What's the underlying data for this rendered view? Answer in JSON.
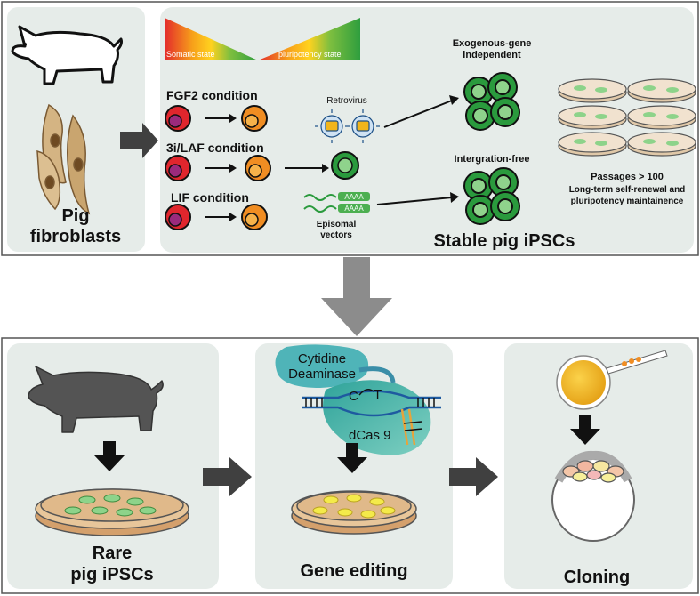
{
  "top_panel": {
    "left": {
      "title_line1": "Pig",
      "title_line2": "fibroblasts"
    },
    "gradient_bar": {
      "somatic_label": "Somatic  state",
      "pluripotency_label": "pluripotency state",
      "colors": [
        "#e32b2b",
        "#f7a11a",
        "#ffd21f",
        "#7fbf3f",
        "#2e9e3e"
      ]
    },
    "conditions": [
      {
        "label": "FGF2 condition"
      },
      {
        "label": "3i/LAF condition"
      },
      {
        "label": "LIF condition"
      }
    ],
    "retrovirus_label": "Retrovirus",
    "episomal_label_line1": "Episomal",
    "episomal_label_line2": "vectors",
    "polyA_label": "AAAA",
    "exogenous_label_line1": "Exogenous-gene",
    "exogenous_label_line2": "independent",
    "integration_label": "Intergration-free",
    "passages_line1": "Passages > 100",
    "passages_line2": "Long-term self-renewal and",
    "passages_line3": "pluripotency maintainence",
    "stable_title": "Stable pig iPSCs"
  },
  "bottom_panel": {
    "rare_line1": "Rare",
    "rare_line2": "pig iPSCs",
    "cytidine_line1": "Cytidine",
    "cytidine_line2": "Deaminase",
    "c_label": "C",
    "t_label": "T",
    "dcas_label": "dCas 9",
    "gene_editing_title": "Gene editing",
    "cloning_title": "Cloning"
  },
  "colors": {
    "panel_bg": "#e6ece9",
    "arrow_gray": "#404040",
    "big_arrow": "#8c8c8c",
    "cell_red": "#e0262d",
    "cell_purple": "#9b2a7c",
    "cell_orange": "#f08d22",
    "ipsc_green": "#2a9a3d",
    "dish_tan": "#e0b98a",
    "colony_green": "#8dd38a",
    "colony_yellow": "#f4ea4a",
    "teal": "#4fb4b8",
    "oocyte_yellow": "#f1b51c"
  }
}
